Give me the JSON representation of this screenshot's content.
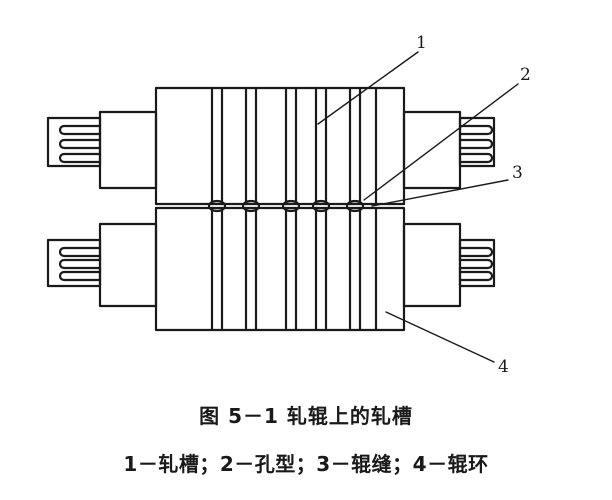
{
  "figure": {
    "labels": {
      "groove": "1",
      "pass": "2",
      "gap": "3",
      "collar": "4"
    },
    "caption_title": "图 5－1   轧辊上的轧槽",
    "caption_legend": "1－轧槽；2－孔型；3－辊缝；4－辊环",
    "colors": {
      "ink": "#1a1a1a",
      "paper": "#ffffff"
    }
  }
}
